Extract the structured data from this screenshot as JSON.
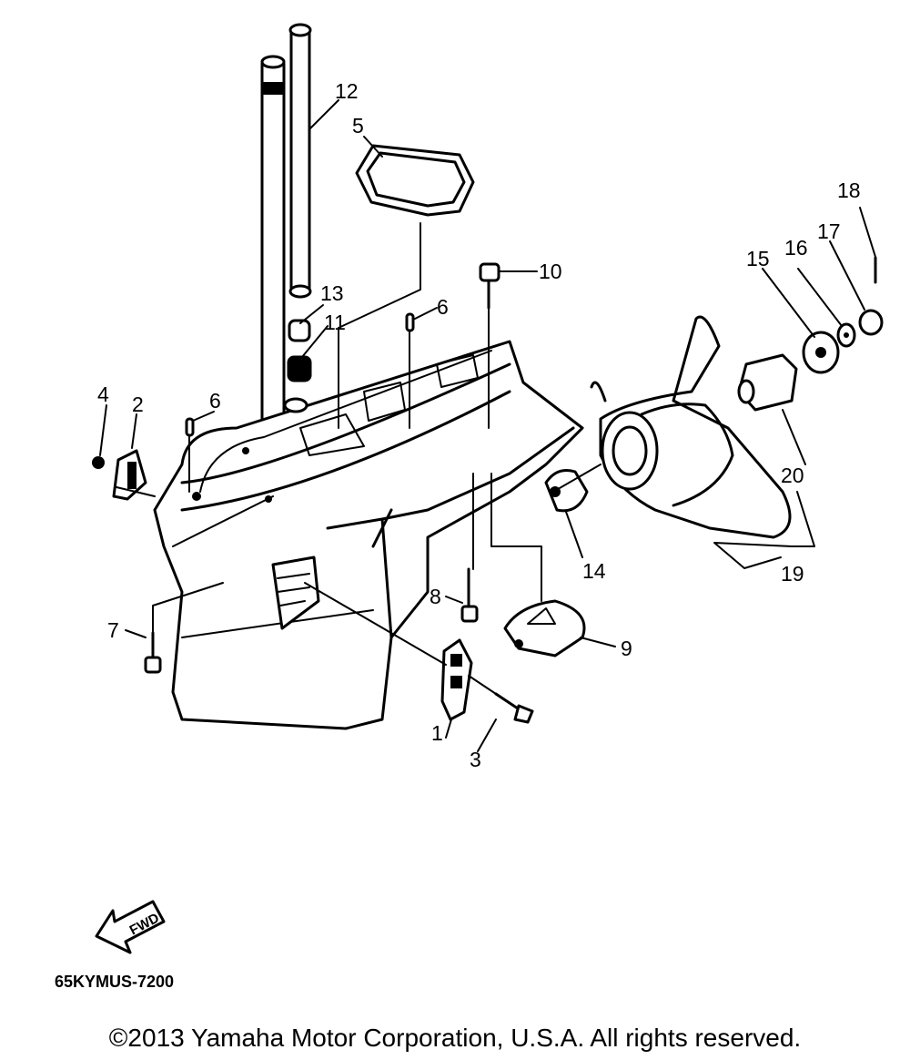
{
  "diagram": {
    "callouts": [
      "1",
      "2",
      "3",
      "4",
      "5",
      "6",
      "6",
      "7",
      "8",
      "9",
      "10",
      "11",
      "12",
      "13",
      "14",
      "15",
      "16",
      "17",
      "18",
      "19",
      "20"
    ],
    "fwd_label": "FWD",
    "part_code": "65KYMUS-7200"
  },
  "footer": {
    "copyright": "©2013 Yamaha Motor Corporation, U.S.A. All rights reserved."
  }
}
